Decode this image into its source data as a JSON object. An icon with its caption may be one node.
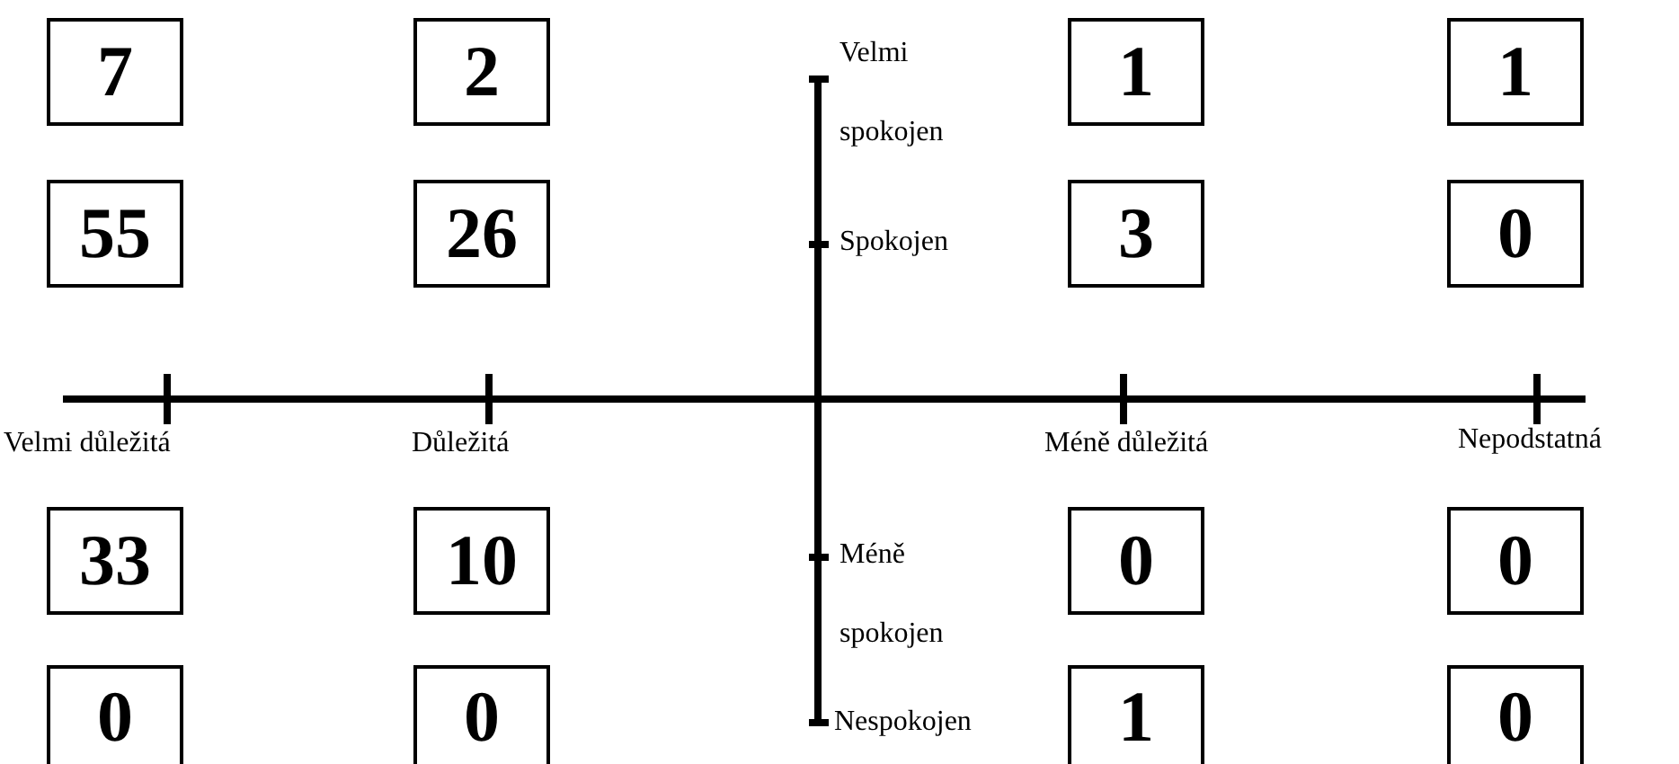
{
  "diagram": {
    "nodes": [
      {
        "text": [
          "7"
        ]
      },
      {
        "text": [
          "2"
        ]
      },
      {
        "text": [
          "1"
        ]
      },
      {
        "text": [
          "1"
        ]
      },
      {
        "text": [
          "55"
        ]
      },
      {
        "text": [
          "26"
        ]
      },
      {
        "text": [
          "3"
        ]
      },
      {
        "text": [
          "0"
        ]
      },
      {
        "text": [
          "33"
        ]
      },
      {
        "text": [
          "10"
        ]
      },
      {
        "text": [
          "0"
        ]
      },
      {
        "text": [
          "0"
        ]
      },
      {
        "text": [
          "0"
        ]
      },
      {
        "text": [
          "0"
        ]
      },
      {
        "text": [
          "1"
        ]
      },
      {
        "text": [
          "0"
        ]
      }
    ],
    "labels": [
      "Velmi spokojen",
      "Spokojen",
      "Velmi důležitá",
      "Důležitá",
      "Méně důležitá",
      "Nepodstatná",
      "Méně spokojen",
      "Nespokojen"
    ]
  }
}
